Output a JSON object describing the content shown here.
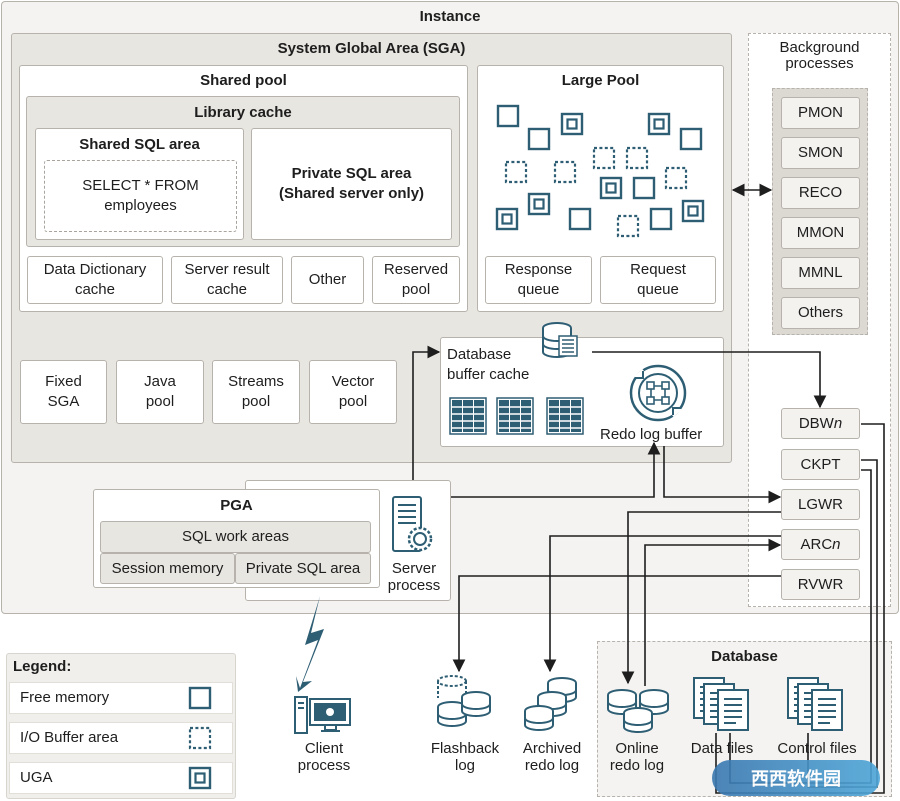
{
  "instance": {
    "title": "Instance"
  },
  "sga": {
    "title": "System Global Area (SGA)",
    "shared_pool": {
      "title": "Shared pool",
      "library_cache": {
        "title": "Library cache",
        "shared_sql": {
          "title": "Shared SQL area",
          "statement": "SELECT * FROM\nemployees"
        },
        "private_sql": "Private SQL area\n(Shared server only)"
      },
      "cells": [
        "Data Dictionary\ncache",
        "Server result\ncache",
        "Other",
        "Reserved\npool"
      ]
    },
    "large_pool": {
      "title": "Large Pool",
      "response_queue": "Response\nqueue",
      "request_queue": "Request\nqueue"
    },
    "pools": [
      "Fixed\nSGA",
      "Java\npool",
      "Streams\npool",
      "Vector\npool"
    ],
    "db_buffer_cache": "Database\nbuffer cache",
    "redo_log_buffer": "Redo log buffer"
  },
  "background": {
    "title": "Background\nprocesses",
    "processes": [
      "PMON",
      "SMON",
      "RECO",
      "MMON",
      "MMNL",
      "Others"
    ],
    "writers": [
      "DBWn",
      "CKPT",
      "LGWR",
      "ARCn",
      "RVWR"
    ]
  },
  "pga": {
    "title": "PGA",
    "sql_work_areas": "SQL work areas",
    "session_memory": "Session memory",
    "private_sql": "Private SQL area"
  },
  "server_process": "Server\nprocess",
  "client_process": "Client\nprocess",
  "database": {
    "title": "Database",
    "data_files": "Data files",
    "control_files": "Control files"
  },
  "files": {
    "flashback_log": "Flashback\nlog",
    "archived_redo_log": "Archived\nredo log",
    "online_redo_log": "Online\nredo log"
  },
  "legend": {
    "title": "Legend:",
    "items": [
      "Free memory",
      "I/O Buffer area",
      "UGA"
    ]
  },
  "watermark": "西西软件园",
  "colors": {
    "accent": "#2e5e74",
    "border": "#b7b3ac",
    "panel": "#e8e6e1"
  }
}
